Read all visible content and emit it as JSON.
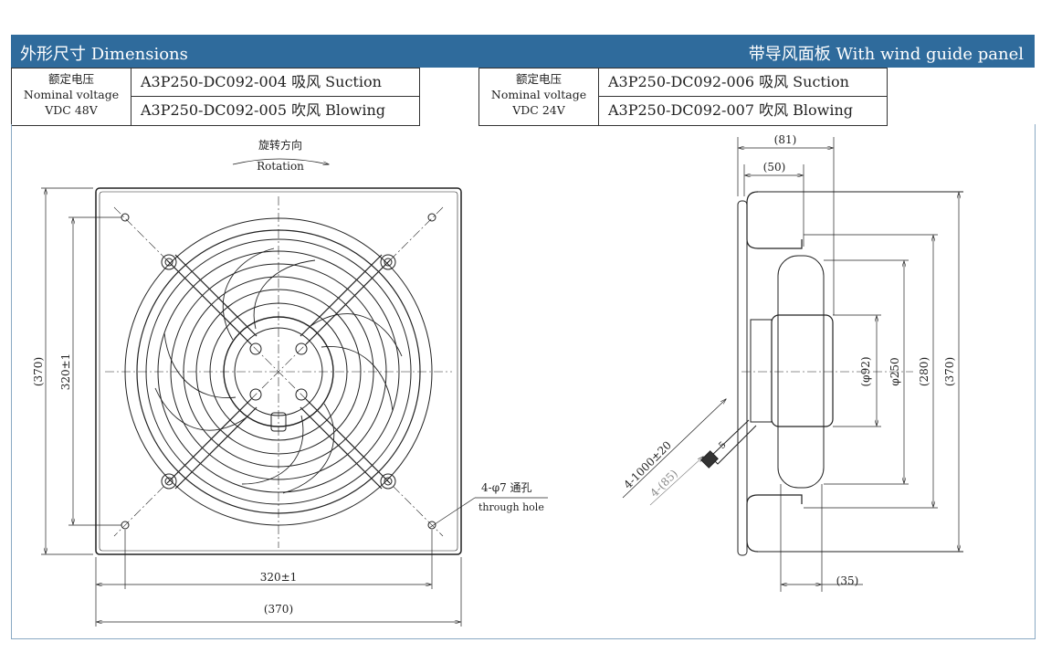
{
  "header": {
    "left_title": "外形尺寸 Dimensions",
    "right_title": "带导风面板 With wind guide panel"
  },
  "tables": [
    {
      "label_cn": "额定电压",
      "label_en": "Nominal voltage",
      "voltage": "VDC 48V",
      "models": [
        "A3P250-DC092-004 吸风 Suction",
        "A3P250-DC092-005 吹风 Blowing"
      ]
    },
    {
      "label_cn": "额定电压",
      "label_en": "Nominal voltage",
      "voltage": "VDC 24V",
      "models": [
        "A3P250-DC092-006 吸风 Suction",
        "A3P250-DC092-007 吹风 Blowing"
      ]
    }
  ],
  "front_view": {
    "rotation_cn": "旋转方向",
    "rotation_en": "Rotation",
    "hole_label": "4-φ7 通孔",
    "hole_label_en": "through hole",
    "dim_width_outer": "(370)",
    "dim_width_holes": "320±1",
    "dim_height_outer": "(370)",
    "dim_height_holes": "320±1"
  },
  "side_view": {
    "dim_81": "(81)",
    "dim_50": "(50)",
    "dim_92": "(φ92)",
    "dim_250": "φ250",
    "dim_280": "(280)",
    "dim_370": "(370)",
    "dim_35": "(35)",
    "cable_len": "4-1000±20",
    "strip_len": "4-(85)",
    "strip_small": "5"
  }
}
